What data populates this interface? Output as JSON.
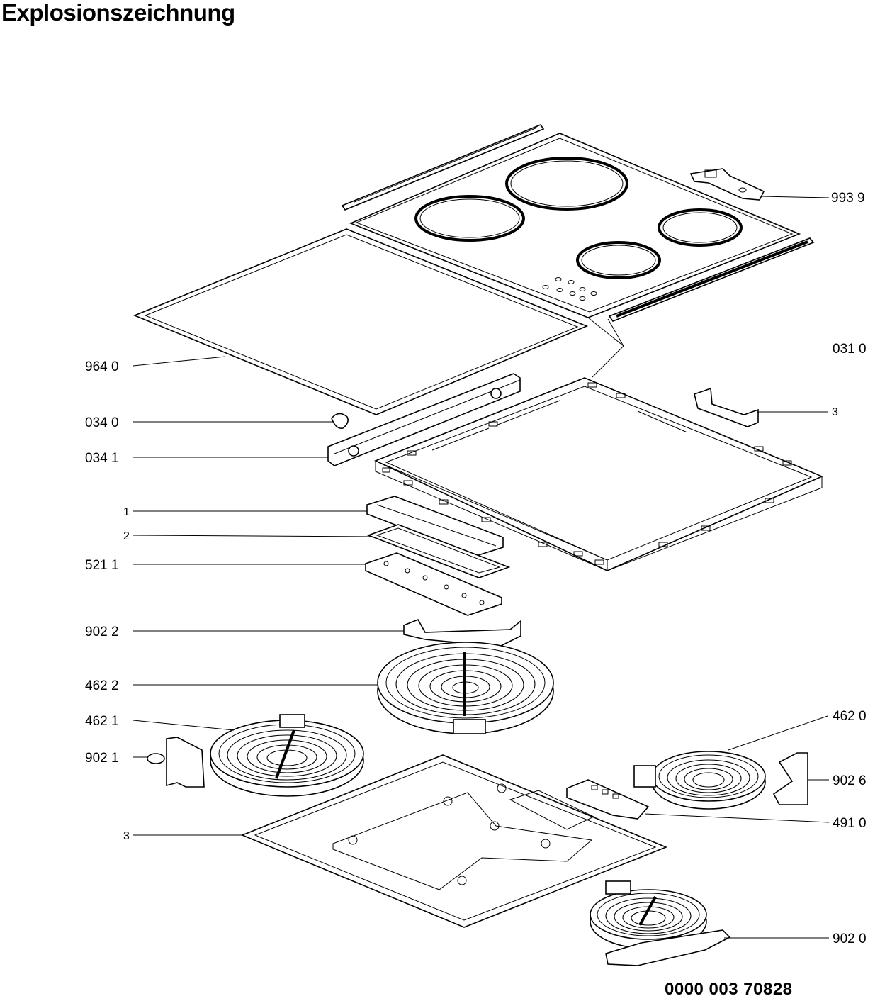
{
  "title": "Explosionszeichnung",
  "document_number": "0000 003 70828",
  "part_labels": {
    "p9939": "993 9",
    "p0310": "031 0",
    "p9640": "964 0",
    "p0340": "034 0",
    "p0341": "034 1",
    "p3_right": "3",
    "p1": "1",
    "p2": "2",
    "p5211": "521 1",
    "p9022": "902 2",
    "p4622": "462 2",
    "p4621": "462 1",
    "p4620": "462 0",
    "p9021": "902 1",
    "p9026": "902 6",
    "p3_left": "3",
    "p4910": "491 0",
    "p9020": "902 0"
  }
}
